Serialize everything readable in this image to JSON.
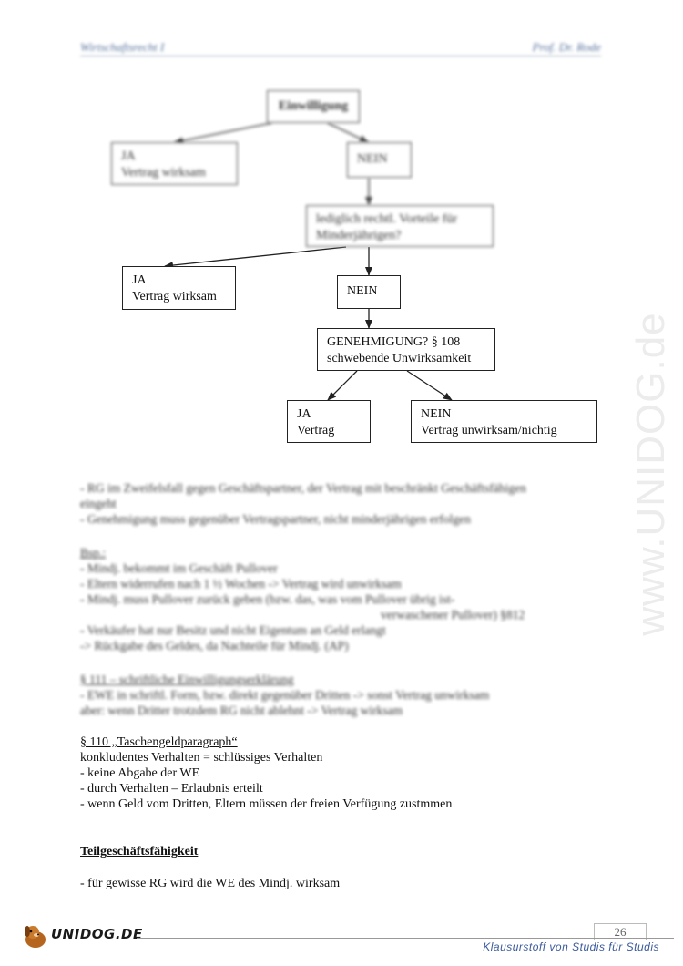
{
  "header": {
    "left": "Wirtschaftsrecht I",
    "right": "Prof. Dr. Rode"
  },
  "flowchart": {
    "einwilligung": "Einwilligung",
    "ja1": [
      "JA",
      "Vertrag wirksam"
    ],
    "nein1": "NEIN",
    "lediglich": [
      "lediglich rechtl. Vorteile für",
      "Minderjährigen?"
    ],
    "ja2": [
      "JA",
      "Vertrag wirksam"
    ],
    "nein2": "NEIN",
    "genehmigung": [
      "GENEHMIGUNG? § 108",
      "schwebende Unwirksamkeit"
    ],
    "ja3": [
      "JA",
      "Vertrag"
    ],
    "nein3": [
      "NEIN",
      "Vertrag unwirksam/nichtig"
    ]
  },
  "watermark": "www.UNIDOG.de",
  "blurred": {
    "bullets1": [
      "- RG im Zweifelsfall gegen Geschäftspartner, der Vertrag mit beschränkt Geschäftsfähigen",
      "   eingeht",
      "- Genehmigung muss gegenüber Vertragspartner, nicht minderjährigen erfolgen"
    ],
    "bsp_title": "Bsp.:",
    "bsp_lines": [
      "- Mindj. bekommt im Geschäft Pullover",
      "- Eltern widerrufen nach 1 ½ Wochen -> Vertrag wird unwirksam",
      "- Mindj. muss Pullover zurück geben (bzw. das, was vom Pullover übrig ist-",
      "verwaschener Pullover) §812",
      "- Verkäufer hat nur Besitz und nicht Eigentum an Geld erlangt",
      "-> Rückgabe des Geldes, da Nachteile für Mindj. (AP)"
    ],
    "s111_title": "§ 111 – schriftliche Einwilligungserklärung",
    "s111_lines": [
      "- EWE in schriftl. Form, bzw. direkt gegenüber Dritten -> sonst Vertrag unwirksam",
      "aber: wenn Dritter trotzdem RG nicht ablehnt -> Vertrag wirksam"
    ]
  },
  "s110": {
    "title": "§ 110 „Taschengeldparagraph“",
    "lines": [
      "konkludentes Verhalten = schlüssiges Verhalten",
      "- keine Abgabe der WE",
      "- durch Verhalten – Erlaubnis erteilt",
      "- wenn Geld vom Dritten, Eltern müssen der freien Verfügung zustmmen"
    ]
  },
  "teil": {
    "title": "Teilgeschäftsfähigkeit",
    "line": "- für gewisse RG wird die WE des Mindj. wirksam"
  },
  "footer": {
    "page": "26",
    "text": "Klausurstoff von Studis für Studis",
    "logo": "UNIDOG.DE"
  }
}
